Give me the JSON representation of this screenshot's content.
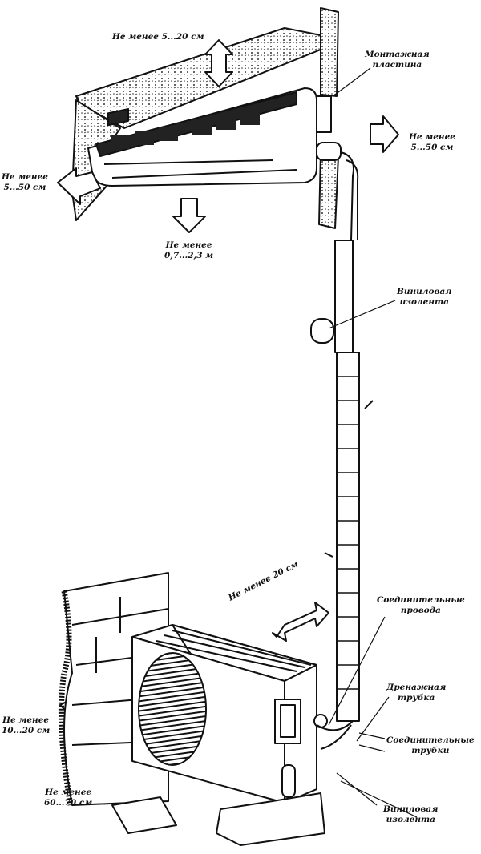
{
  "labels": {
    "top_clearance": "Не менее 5...20 см",
    "mounting_plate": [
      "Монтажная",
      "пластина"
    ],
    "right_clearance": [
      "Не менее",
      "5...50 см"
    ],
    "left_clearance": [
      "Не менее",
      "5...50 см"
    ],
    "bottom_clearance": [
      "Не менее",
      "0,7...2,3 м"
    ],
    "vinyl_tape_upper": [
      "Виниловая",
      "изолента"
    ],
    "rear_clearance": "Не менее 20 см",
    "connecting_wires": [
      "Соединительные",
      "провода"
    ],
    "drain_tube": [
      "Дренажная",
      "трубка"
    ],
    "connecting_tubes": [
      "Соединительные",
      "трубки"
    ],
    "wall_clearance": [
      "Не менее",
      "10...20 см"
    ],
    "front_clearance": [
      "Не менее",
      "60...70 см"
    ],
    "vinyl_tape_lower": [
      "Виниловая",
      "изолента"
    ]
  }
}
